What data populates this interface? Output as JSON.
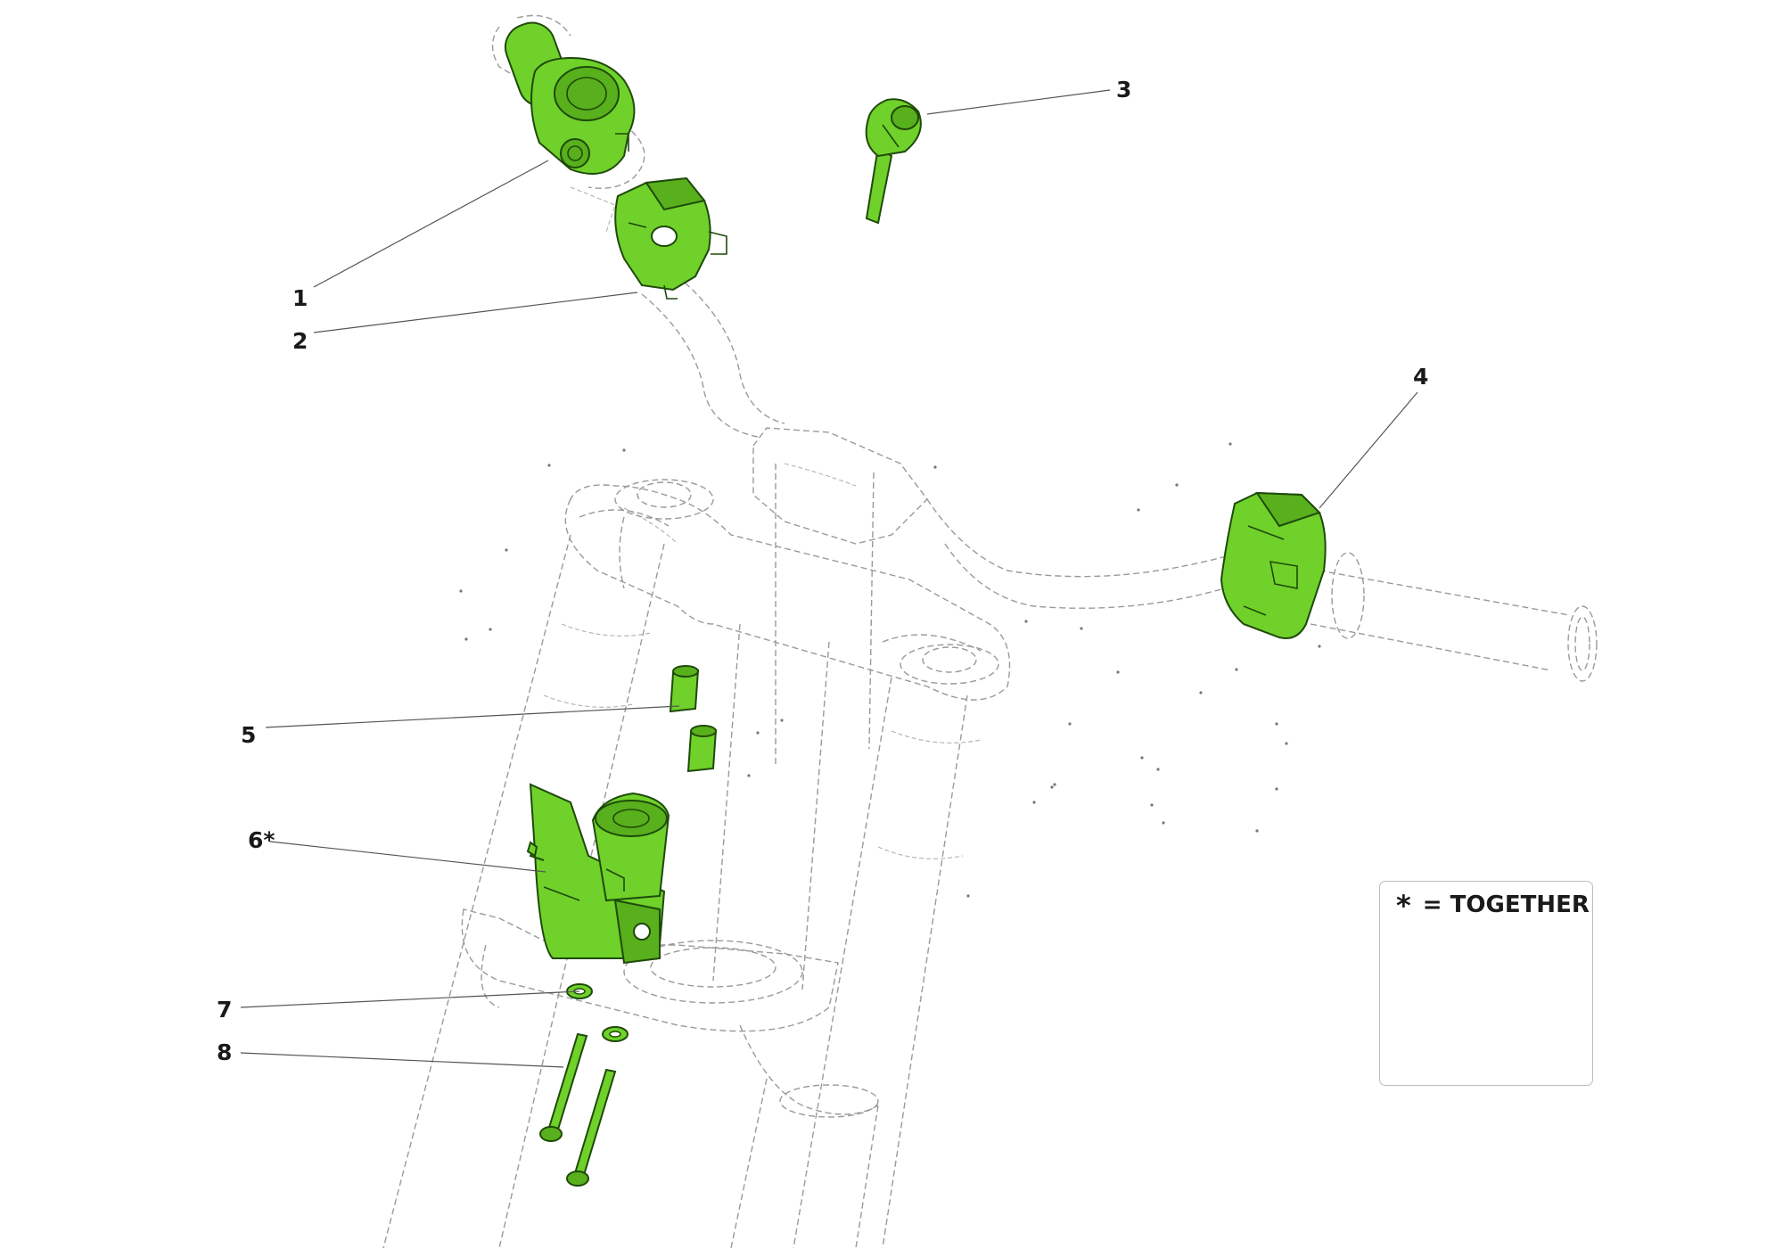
{
  "callouts": [
    {
      "id": "1",
      "label": "1"
    },
    {
      "id": "2",
      "label": "2"
    },
    {
      "id": "3",
      "label": "3"
    },
    {
      "id": "4",
      "label": "4"
    },
    {
      "id": "5",
      "label": "5"
    },
    {
      "id": "6",
      "label": "6*"
    },
    {
      "id": "7",
      "label": "7"
    },
    {
      "id": "8",
      "label": "8"
    }
  ],
  "legend": {
    "symbol": "*",
    "text": "= TOGETHER"
  },
  "colors": {
    "part_fill": "#6fd12a",
    "part_stroke": "#1f4a0a",
    "outline": "#9a9a9a",
    "leader": "#555555"
  }
}
